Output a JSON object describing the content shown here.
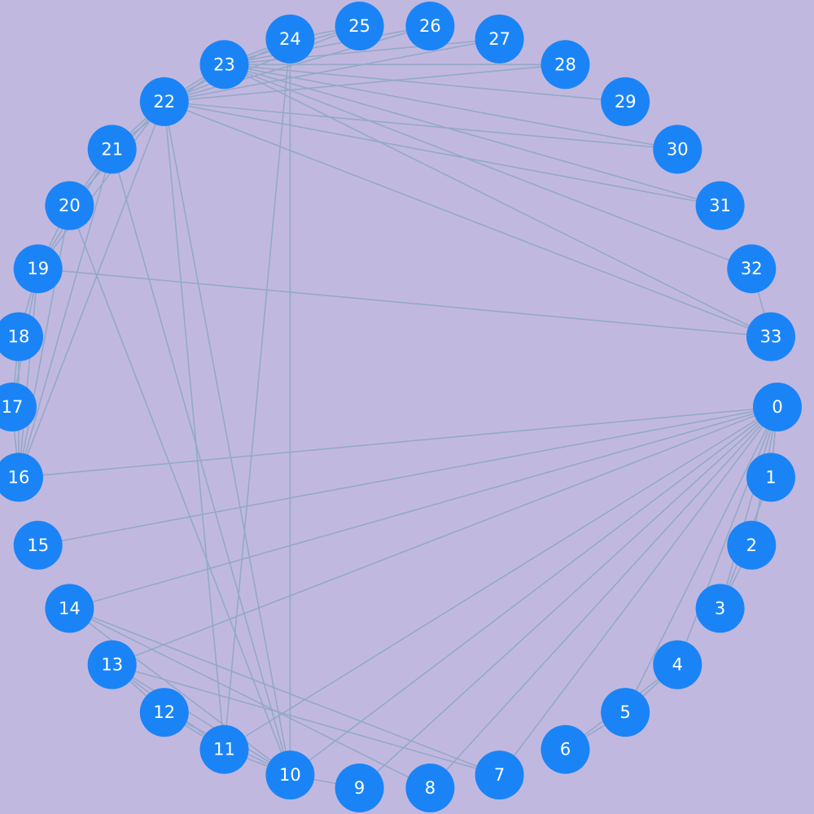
{
  "colors": {
    "background": "#c1b8e0",
    "node": "#1a84f7",
    "edge": "#93a9c7",
    "label": "#ffffff"
  },
  "nodes": [
    {
      "id": 0,
      "label": "0"
    },
    {
      "id": 1,
      "label": "1"
    },
    {
      "id": 2,
      "label": "2"
    },
    {
      "id": 3,
      "label": "3"
    },
    {
      "id": 4,
      "label": "4"
    },
    {
      "id": 5,
      "label": "5"
    },
    {
      "id": 6,
      "label": "6"
    },
    {
      "id": 7,
      "label": "7"
    },
    {
      "id": 8,
      "label": "8"
    },
    {
      "id": 9,
      "label": "9"
    },
    {
      "id": 10,
      "label": "10"
    },
    {
      "id": 11,
      "label": "11"
    },
    {
      "id": 12,
      "label": "12"
    },
    {
      "id": 13,
      "label": "13"
    },
    {
      "id": 14,
      "label": "14"
    },
    {
      "id": 15,
      "label": "15"
    },
    {
      "id": 16,
      "label": "16"
    },
    {
      "id": 17,
      "label": "17"
    },
    {
      "id": 18,
      "label": "18"
    },
    {
      "id": 19,
      "label": "19"
    },
    {
      "id": 20,
      "label": "20"
    },
    {
      "id": 21,
      "label": "21"
    },
    {
      "id": 22,
      "label": "22"
    },
    {
      "id": 23,
      "label": "23"
    },
    {
      "id": 24,
      "label": "24"
    },
    {
      "id": 25,
      "label": "25"
    },
    {
      "id": 26,
      "label": "26"
    },
    {
      "id": 27,
      "label": "27"
    },
    {
      "id": 28,
      "label": "28"
    },
    {
      "id": 29,
      "label": "29"
    },
    {
      "id": 30,
      "label": "30"
    },
    {
      "id": 31,
      "label": "31"
    },
    {
      "id": 32,
      "label": "32"
    },
    {
      "id": 33,
      "label": "33"
    }
  ],
  "edges": [
    [
      0,
      1
    ],
    [
      0,
      2
    ],
    [
      0,
      3
    ],
    [
      0,
      4
    ],
    [
      0,
      5
    ],
    [
      0,
      7
    ],
    [
      0,
      8
    ],
    [
      0,
      9
    ],
    [
      0,
      10
    ],
    [
      0,
      11
    ],
    [
      0,
      13
    ],
    [
      0,
      14
    ],
    [
      0,
      15
    ],
    [
      0,
      16
    ],
    [
      1,
      3
    ],
    [
      2,
      3
    ],
    [
      4,
      5
    ],
    [
      5,
      6
    ],
    [
      4,
      6
    ],
    [
      8,
      14
    ],
    [
      7,
      13
    ],
    [
      7,
      14
    ],
    [
      9,
      10
    ],
    [
      10,
      11
    ],
    [
      10,
      12
    ],
    [
      10,
      13
    ],
    [
      10,
      14
    ],
    [
      10,
      20
    ],
    [
      10,
      21
    ],
    [
      10,
      22
    ],
    [
      10,
      24
    ],
    [
      11,
      12
    ],
    [
      11,
      13
    ],
    [
      11,
      22
    ],
    [
      11,
      24
    ],
    [
      12,
      13
    ],
    [
      16,
      17
    ],
    [
      16,
      18
    ],
    [
      16,
      19
    ],
    [
      16,
      20
    ],
    [
      16,
      21
    ],
    [
      16,
      22
    ],
    [
      17,
      18
    ],
    [
      17,
      19
    ],
    [
      18,
      19
    ],
    [
      19,
      20
    ],
    [
      19,
      21
    ],
    [
      19,
      22
    ],
    [
      19,
      33
    ],
    [
      20,
      21
    ],
    [
      20,
      22
    ],
    [
      21,
      22
    ],
    [
      21,
      23
    ],
    [
      22,
      23
    ],
    [
      22,
      24
    ],
    [
      22,
      25
    ],
    [
      22,
      26
    ],
    [
      22,
      27
    ],
    [
      22,
      28
    ],
    [
      22,
      30
    ],
    [
      22,
      31
    ],
    [
      22,
      33
    ],
    [
      23,
      24
    ],
    [
      23,
      25
    ],
    [
      23,
      26
    ],
    [
      23,
      27
    ],
    [
      23,
      28
    ],
    [
      23,
      29
    ],
    [
      23,
      30
    ],
    [
      23,
      31
    ],
    [
      23,
      32
    ],
    [
      23,
      33
    ],
    [
      24,
      25
    ],
    [
      32,
      33
    ]
  ]
}
